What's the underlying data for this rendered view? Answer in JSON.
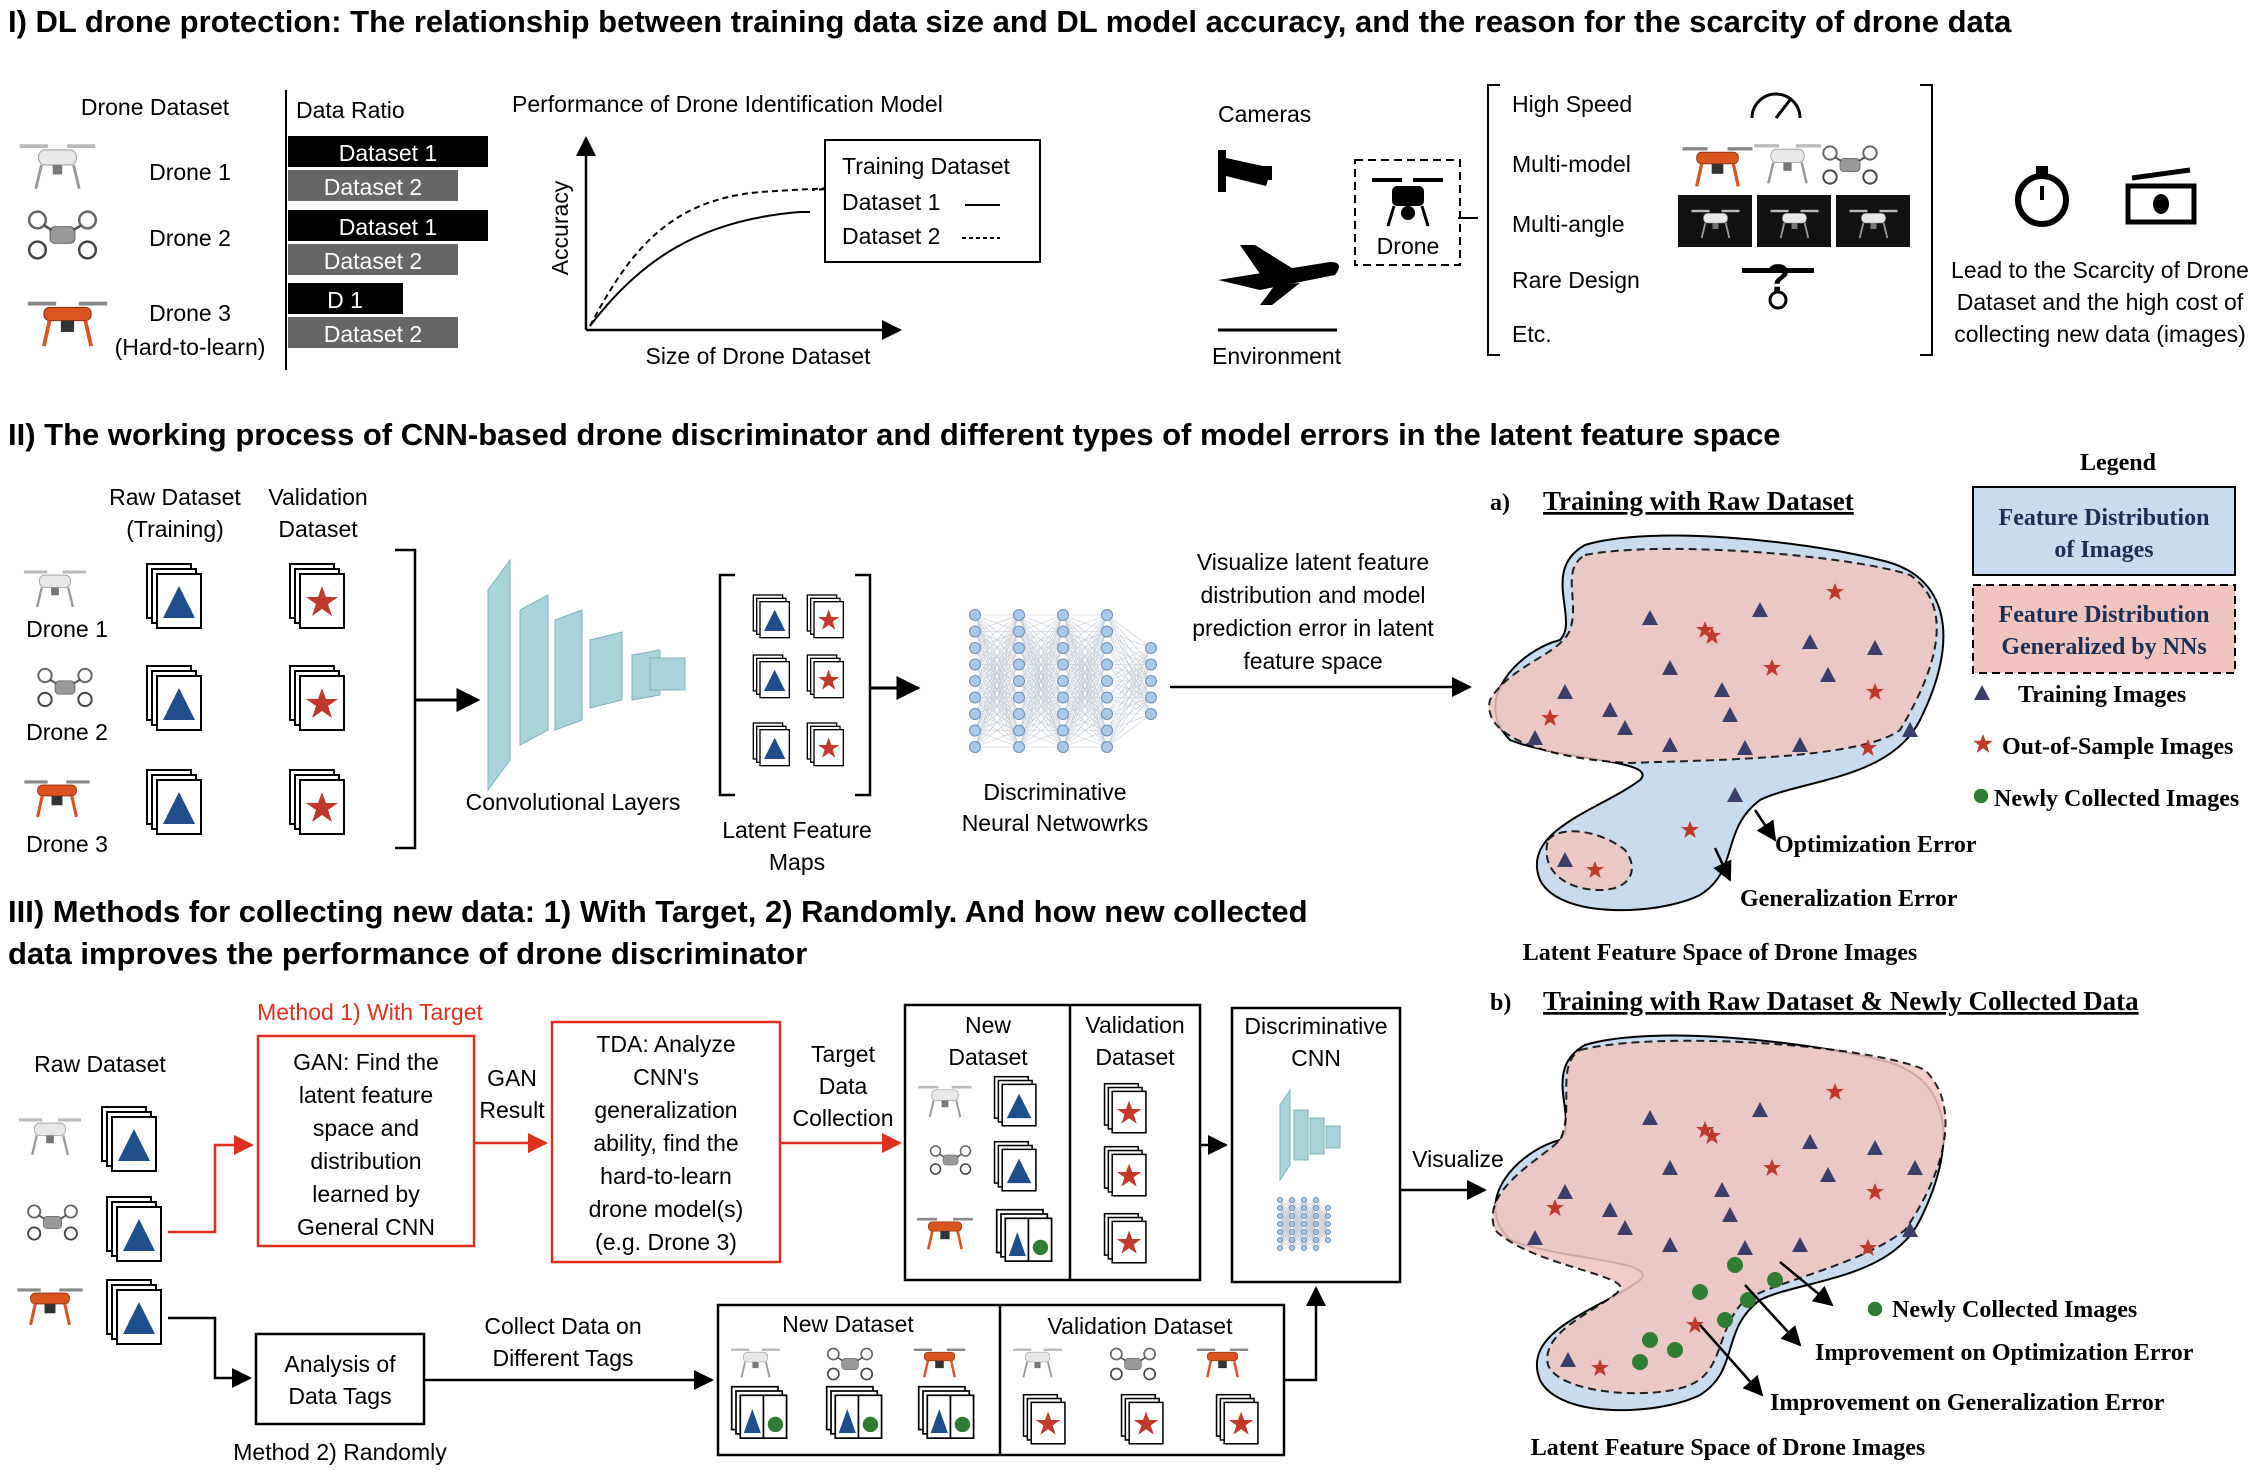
{
  "colors": {
    "accent_red": "#e0301e",
    "triangle_blue": "#1f4e8c",
    "star_red": "#c0392b",
    "dot_green": "#2e7d32",
    "image_feature_fill": "#c9dbee",
    "generalized_fill": "#f2c4c0"
  },
  "section1": {
    "title": "I) DL drone protection: The relationship between training data size and DL model accuracy, and the reason for the scarcity of drone data",
    "drone_dataset_header": "Drone Dataset",
    "data_ratio_header": "Data Ratio",
    "drones": [
      "Drone 1",
      "Drone 2",
      "Drone 3",
      "(Hard-to-learn)"
    ],
    "bars": [
      "Dataset 1",
      "Dataset 2",
      "Dataset 1",
      "Dataset 2",
      "D 1",
      "Dataset 2"
    ],
    "perf_title": "Performance of Drone Identification Model",
    "y_label": "Accuracy",
    "x_label": "Size of Drone Dataset",
    "legend_title": "Training Dataset",
    "legend_items": [
      "Dataset 1",
      "Dataset 2"
    ],
    "cameras": "Cameras",
    "environment": "Environment",
    "drone": "Drone",
    "factors": [
      "High Speed",
      "Multi-model",
      "Multi-angle",
      "Rare Design",
      "Etc."
    ],
    "conclusion": [
      "Lead to the Scarcity of Drone",
      "Dataset and the high cost of",
      "collecting new data (images)"
    ]
  },
  "section2": {
    "title": "II) The working process of CNN-based drone discriminator and different types of model errors in the latent feature space",
    "raw_dataset": [
      "Raw Dataset",
      "(Training)"
    ],
    "validation": [
      "Validation",
      "Dataset"
    ],
    "drones": [
      "Drone 1",
      "Drone 2",
      "Drone 3"
    ],
    "conv_label": "Convolutional Layers",
    "latent_label": [
      "Latent Feature",
      "Maps"
    ],
    "dnn_label": [
      "Discriminative",
      "Neural Netwowrks"
    ],
    "visualize_text": [
      "Visualize latent feature",
      "distribution and model",
      "prediction error in latent",
      "feature space"
    ],
    "panel_a_prefix": "a)",
    "panel_a_title": "Training with Raw Dataset",
    "optimization_error": "Optimization Error",
    "generalization_error": "Generalization Error",
    "latent_space_caption": "Latent Feature Space of Drone Images"
  },
  "legend": {
    "title": "Legend",
    "box1": [
      "Feature Distribution",
      "of Images"
    ],
    "box2": [
      "Feature Distribution",
      "Generalized by NNs"
    ],
    "training": "Training Images",
    "oos": "Out-of-Sample Images",
    "newly": "Newly Collected Images"
  },
  "section3": {
    "title_line1": "III) Methods for collecting new data: 1) With Target, 2) Randomly. And how new collected",
    "title_line2": "data improves the performance of drone discriminator",
    "method1": "Method 1) With Target",
    "raw_dataset": "Raw Dataset",
    "gan_box": [
      "GAN: Find the",
      "latent feature",
      "space and",
      "distribution",
      "learned by",
      "General CNN"
    ],
    "gan_result": [
      "GAN",
      "Result"
    ],
    "tda_box": [
      "TDA: Analyze",
      "CNN's",
      "generalization",
      "ability, find the",
      "hard-to-learn",
      "drone model(s)",
      "(e.g. Drone 3)"
    ],
    "target_collection": [
      "Target",
      "Data",
      "Collection"
    ],
    "new_dataset": [
      "New",
      "Dataset"
    ],
    "validation_dataset": [
      "Validation",
      "Dataset"
    ],
    "disc_cnn": [
      "Discriminative",
      "CNN"
    ],
    "visualize": "Visualize",
    "analysis": [
      "Analysis of",
      "Data Tags"
    ],
    "collect_random": [
      "Collect Data on",
      "Different Tags"
    ],
    "new_dataset_wide": "New Dataset",
    "validation_dataset_wide": "Validation Dataset",
    "method2": "Method 2) Randomly",
    "panel_b_prefix": "b)",
    "panel_b_title": "Training with Raw Dataset & Newly Collected Data",
    "newly_collected": "Newly Collected Images",
    "improve_opt": "Improvement on Optimization Error",
    "improve_gen": "Improvement on Generalization Error",
    "latent_space_caption": "Latent Feature Space of Drone Images"
  }
}
